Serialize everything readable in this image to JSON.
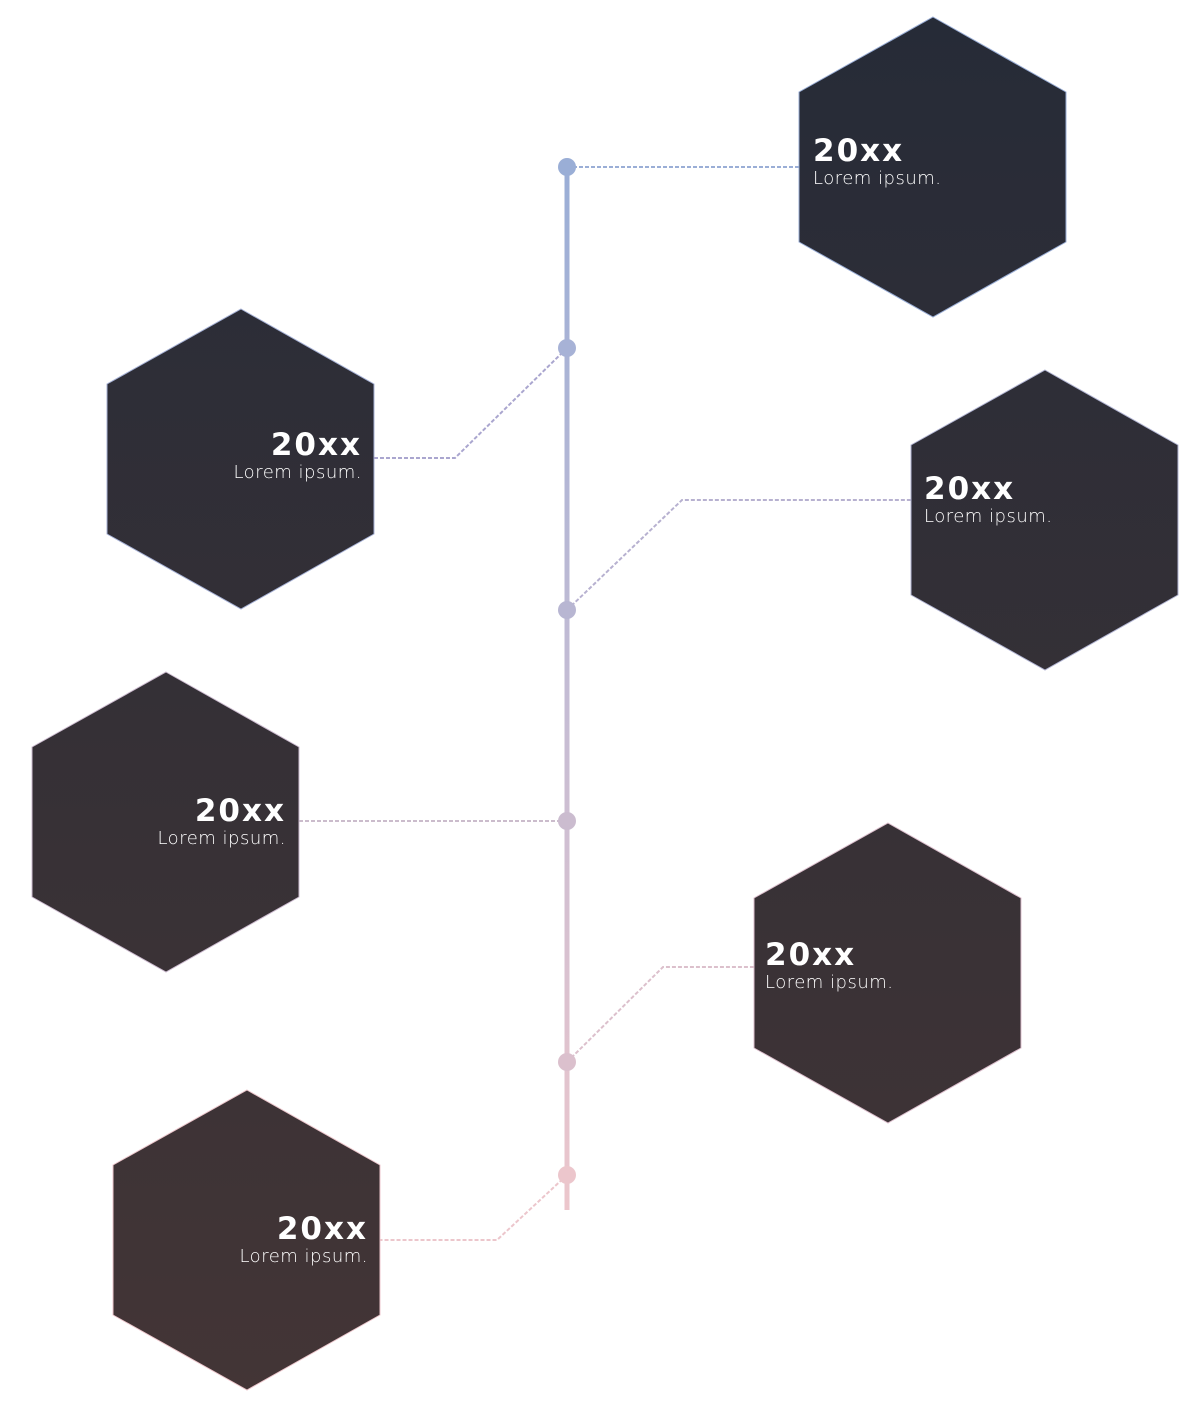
{
  "colors": {
    "spine_top": "#9aaed6",
    "spine_mid": "#c4bcd4",
    "spine_bottom": "#ecc6cc",
    "hex_top": "#262b37",
    "hex_bottom": "#433536",
    "text": "#ffffff"
  },
  "milestones": [
    {
      "year": "20xx",
      "text": "Lorem ipsum.",
      "side": "right"
    },
    {
      "year": "20xx",
      "text": "Lorem ipsum.",
      "side": "left"
    },
    {
      "year": "20xx",
      "text": "Lorem ipsum.",
      "side": "right"
    },
    {
      "year": "20xx",
      "text": "Lorem ipsum.",
      "side": "left"
    },
    {
      "year": "20xx",
      "text": "Lorem ipsum.",
      "side": "right"
    },
    {
      "year": "20xx",
      "text": "Lorem ipsum.",
      "side": "left"
    }
  ]
}
